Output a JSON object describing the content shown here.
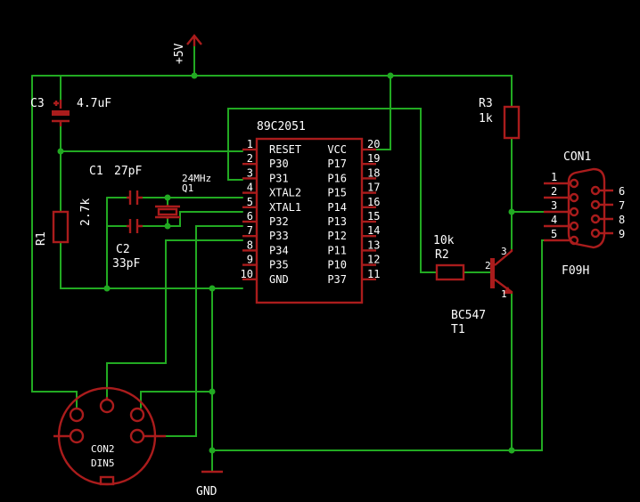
{
  "colors": {
    "background": "#000000",
    "wire": "#22aa22",
    "part": "#aa1c1c",
    "text": "#ffffff"
  },
  "supply": {
    "label": "+5V"
  },
  "ground": {
    "label": "GND"
  },
  "c3": {
    "name": "C3",
    "value": "4.7uF"
  },
  "r3": {
    "name": "R3",
    "value": "1k"
  },
  "r1": {
    "name": "R1",
    "value": "2.7k"
  },
  "r2": {
    "name": "R2",
    "value": "10k"
  },
  "c1": {
    "name": "C1",
    "value": "27pF"
  },
  "c2": {
    "name": "C2",
    "value": "33pF"
  },
  "q1": {
    "name": "Q1",
    "value": "24MHz"
  },
  "t1": {
    "name": "T1",
    "value": "BC547",
    "pins": [
      "1",
      "2",
      "3"
    ]
  },
  "ic": {
    "name": "89C2051",
    "left_pins": [
      {
        "num": "1",
        "label": "RESET"
      },
      {
        "num": "2",
        "label": "P30"
      },
      {
        "num": "3",
        "label": "P31"
      },
      {
        "num": "4",
        "label": "XTAL2"
      },
      {
        "num": "5",
        "label": "XTAL1"
      },
      {
        "num": "6",
        "label": "P32"
      },
      {
        "num": "7",
        "label": "P33"
      },
      {
        "num": "8",
        "label": "P34"
      },
      {
        "num": "9",
        "label": "P35"
      },
      {
        "num": "10",
        "label": "GND"
      }
    ],
    "right_pins": [
      {
        "num": "20",
        "label": "VCC"
      },
      {
        "num": "19",
        "label": "P17"
      },
      {
        "num": "18",
        "label": "P16"
      },
      {
        "num": "17",
        "label": "P15"
      },
      {
        "num": "16",
        "label": "P14"
      },
      {
        "num": "15",
        "label": "P13"
      },
      {
        "num": "14",
        "label": "P12"
      },
      {
        "num": "13",
        "label": "P11"
      },
      {
        "num": "12",
        "label": "P10"
      },
      {
        "num": "11",
        "label": "P37"
      }
    ]
  },
  "con1": {
    "name": "CON1",
    "value": "F09H",
    "pins_left": [
      "1",
      "2",
      "3",
      "4",
      "5"
    ],
    "pins_right": [
      "6",
      "7",
      "8",
      "9"
    ]
  },
  "con2": {
    "name": "CON2",
    "value": "DIN5"
  }
}
